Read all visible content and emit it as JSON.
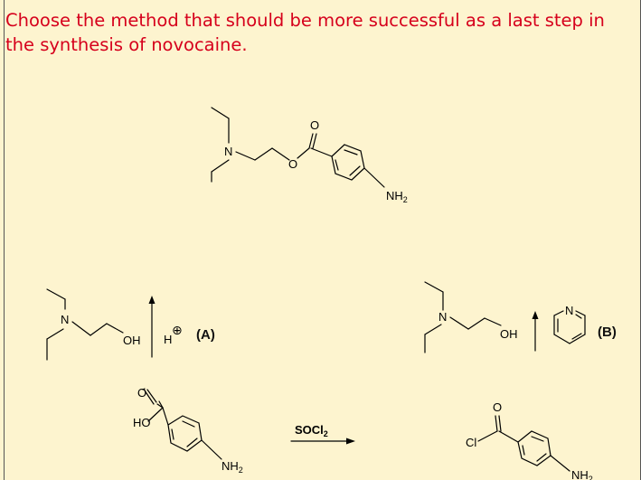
{
  "question": "Choose the method that should be more successful as a last step in the synthesis of novocaine.",
  "atoms": {
    "N": "N",
    "O": "O",
    "OH": "OH",
    "NH": "NH",
    "sub2": "2",
    "HO": "HO",
    "Cl": "Cl"
  },
  "method_a": {
    "reagent_h": "H",
    "charge": "⊕",
    "label": "(A)"
  },
  "method_b": {
    "label": "(B)"
  },
  "acylation": {
    "reagent_main": "SOCl",
    "reagent_sub": "2"
  },
  "colors": {
    "background": "#fdf4cf",
    "question_text": "#d6001c"
  }
}
